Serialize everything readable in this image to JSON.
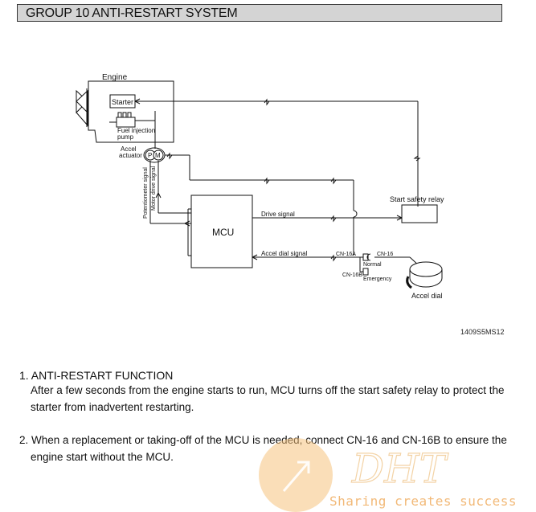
{
  "header": {
    "title": "GROUP  10  ANTI-RESTART SYSTEM"
  },
  "diagram": {
    "engine": "Engine",
    "starter": "Starter",
    "fuel_pump_line1": "Fuel injection",
    "fuel_pump_line2": "pump",
    "accel_actuator_line1": "Accel",
    "accel_actuator_line2": "actuator",
    "actuator_p": "P",
    "actuator_m": "M",
    "pot_signal": "Potentiometer signal",
    "motor_signal": "Motor drive signal",
    "mcu": "MCU",
    "drive_signal": "Drive signal",
    "accel_dial_signal": "Accel dial signal",
    "start_safety_relay": "Start safety relay",
    "cn16a": "CN-16A",
    "cn16": "CN-16",
    "cn16b": "CN-16B",
    "normal": "Normal",
    "emergency": "Emergency",
    "accel_dial": "Accel dial",
    "figure_id": "1409S5MS12"
  },
  "sections": [
    {
      "heading": "1. ANTI-RESTART FUNCTION",
      "line1": "After a few seconds from the engine starts to run, MCU turns off the start safety relay to protect the",
      "line2": "starter from inadvertent restarting."
    },
    {
      "line1": "2. When a replacement or taking-off of the MCU is needed, connect CN-16 and CN-16B to ensure the",
      "line2": "engine start without the MCU."
    }
  ],
  "watermark": {
    "logo": "DHT",
    "slogan": "Sharing creates success"
  }
}
